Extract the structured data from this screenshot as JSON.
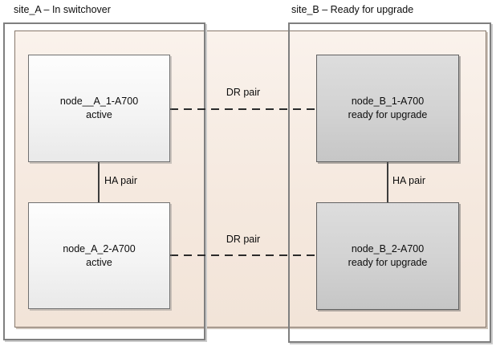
{
  "diagram": {
    "type": "metrocluster-switchover-diagram",
    "sites": [
      {
        "id": "site_A",
        "title": "site_A – In switchover",
        "ha_label": "HA pair",
        "nodes": [
          {
            "name": "node__A_1-A700",
            "status": "active"
          },
          {
            "name": "node_A_2-A700",
            "status": "active"
          }
        ]
      },
      {
        "id": "site_B",
        "title": "site_B – Ready for upgrade",
        "ha_label": "HA pair",
        "nodes": [
          {
            "name": "node_B_1-A700",
            "status": "ready for upgrade"
          },
          {
            "name": "node_B_2-A700",
            "status": "ready for upgrade"
          }
        ]
      }
    ],
    "dr_pairs": [
      {
        "label": "DR pair"
      },
      {
        "label": "DR pair"
      }
    ],
    "colors": {
      "site_region_fill_top": "#faf2ec",
      "site_region_fill_bottom": "#f2e4d8",
      "site_region_border": "#87786c",
      "outer_frame_border": "#7f7f7f",
      "node_active_fill_top": "#fdfdfd",
      "node_active_fill_bottom": "#e9e9e9",
      "node_ready_fill_top": "#dddddd",
      "node_ready_fill_bottom": "#c6c6c6",
      "connector_line": "#2b2b2b",
      "text": "#0d0d0d"
    }
  }
}
